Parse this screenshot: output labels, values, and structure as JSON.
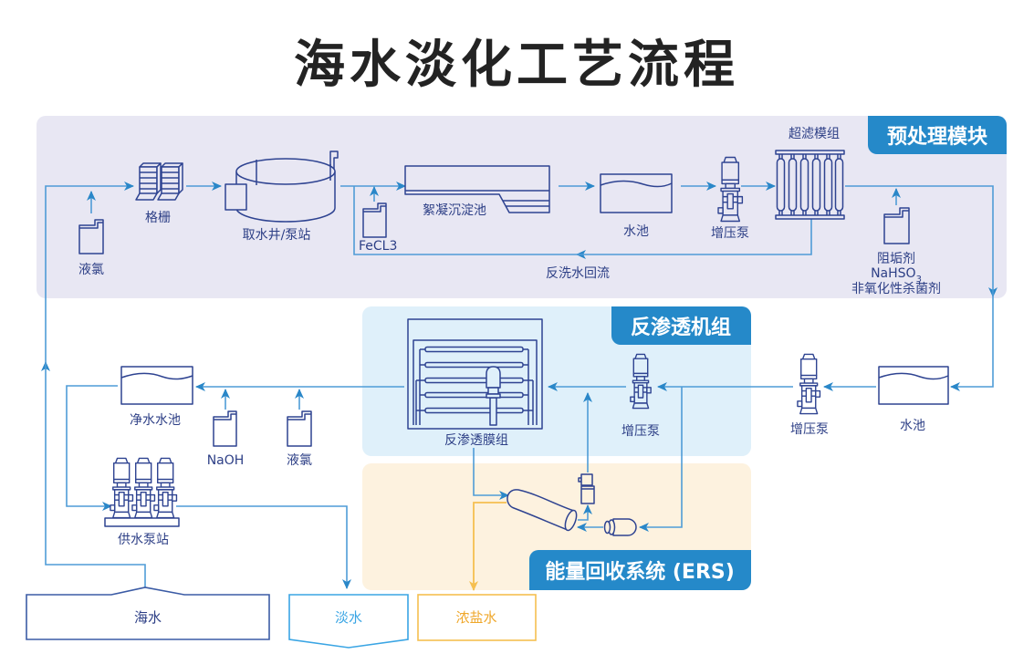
{
  "title": "海水淡化工艺流程",
  "modules": {
    "pretreatment": {
      "label": "预处理模块"
    },
    "reverse_osmosis": {
      "label": "反渗透机组"
    },
    "energy_recovery": {
      "label": "能量回收系统 (ERS)"
    }
  },
  "equipment": {
    "liquid_chlorine_1": "液氯",
    "grating": "格栅",
    "intake_well": "取水井/泵站",
    "fecl3": "FeCL3",
    "flocculation_tank": "絮凝沉淀池",
    "pool_1": "水池",
    "booster_pump_1": "增压泵",
    "ultrafiltration": "超滤模组",
    "chemicals": {
      "antiscalant": "阻垢剂",
      "nahso3": {
        "main": "NaHSO",
        "sub": "3"
      },
      "biocide": "非氧化性杀菌剂"
    },
    "backwash_return": "反洗水回流",
    "pool_2": "水池",
    "booster_pump_2": "增压泵",
    "booster_pump_3": "增压泵",
    "ro_membrane": "反渗透膜组",
    "clean_water_pool": "净水水池",
    "naoh": "NaOH",
    "liquid_chlorine_2": "液氯",
    "supply_pump_station": "供水泵站"
  },
  "outputs": {
    "seawater": "海水",
    "freshwater": "淡水",
    "brine": "浓盐水"
  },
  "colors": {
    "title_text": "#232323",
    "label_text": "#2d3f86",
    "accent": "#2589c9",
    "flow_line": "#4f9cd7",
    "arrow": "#2a87c8",
    "icon_stroke": "#2e4391",
    "pretreatment_bg": "#e8e7f3",
    "ro_bg": "#dff0fa",
    "ers_bg": "#fdf2df",
    "brine": "#f5bf50",
    "brine_text": "#efa72a",
    "freshwater": "#3aa5e4",
    "seawater_stroke": "#3b5ba5"
  }
}
